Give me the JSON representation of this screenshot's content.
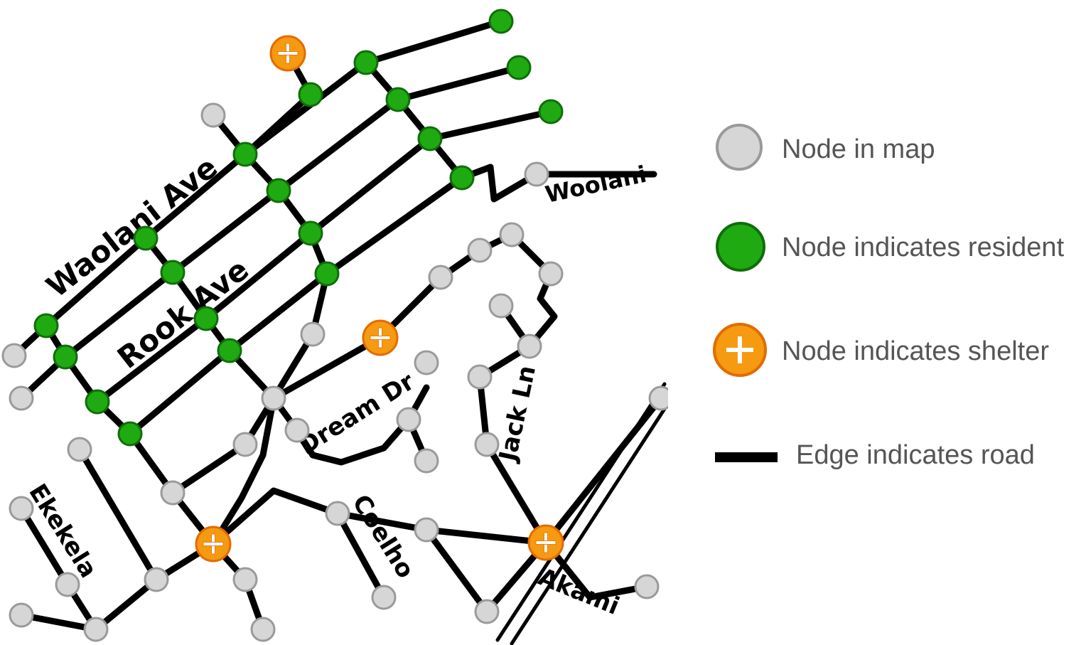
{
  "map": {
    "street_labels": {
      "waolani_ave": "Waolani Ave",
      "rook_ave": "Rook Ave",
      "woolani": "Woolani",
      "dream_dr": "Dream Dr",
      "jack_ln": "Jack Ln",
      "coelho": "Coelho",
      "ekekela": "Ekekela",
      "akami": "Akami"
    },
    "colors": {
      "node_fill": "#d6d6d6",
      "node_stroke": "#9a9a9a",
      "resident_fill": "#1faa11",
      "resident_stroke": "#0f6e0a",
      "shelter_fill": "#f59a11",
      "shelter_stroke": "#e36b00",
      "road": "#000000"
    }
  },
  "legend": {
    "node": "Node in map",
    "resident": "Node indicates resident",
    "shelter": "Node indicates shelter",
    "road": "Edge indicates road"
  }
}
